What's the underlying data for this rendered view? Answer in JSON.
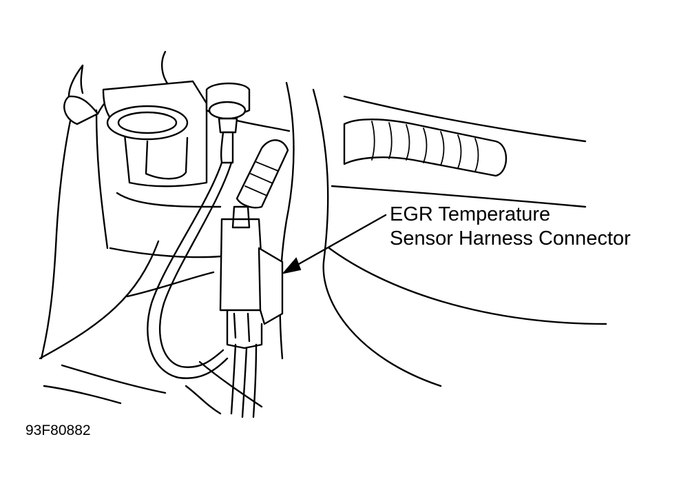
{
  "callout": {
    "line1": "EGR Temperature",
    "line2": "Sensor Harness Connector"
  },
  "figure_id": "93F80882",
  "colors": {
    "ink": "#000000",
    "background": "#ffffff"
  }
}
